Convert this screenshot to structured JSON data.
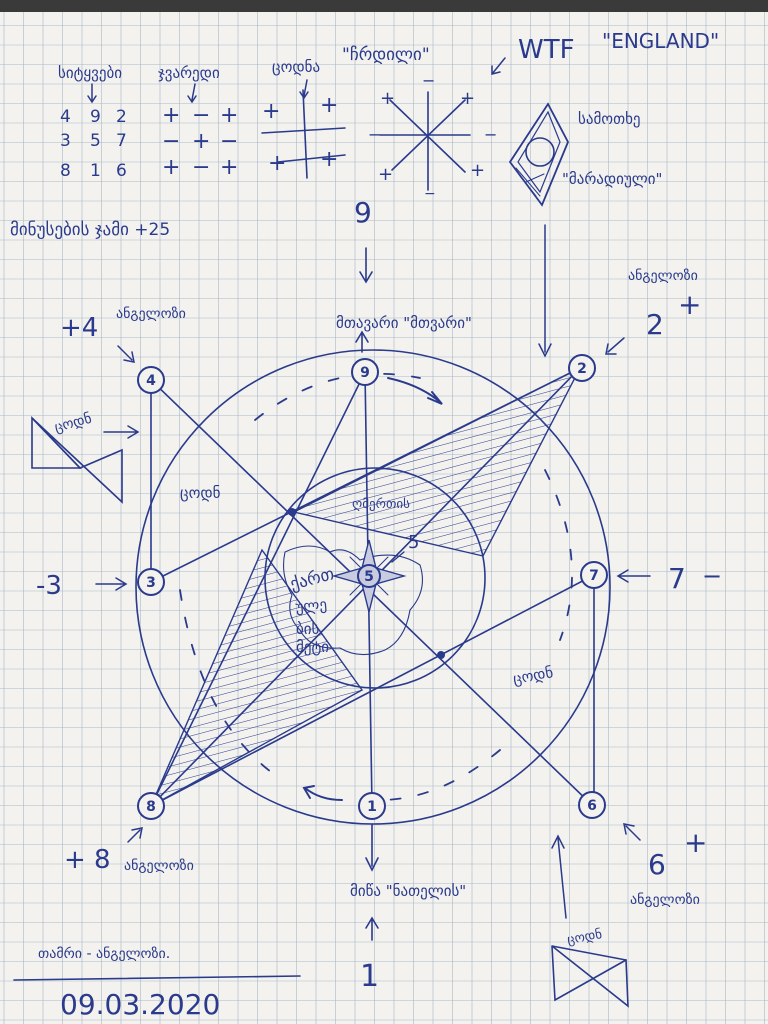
{
  "colors": {
    "paper": "#f3f2ee",
    "grid": "#aab8c8",
    "ink": "#2a3a8c"
  },
  "header": {
    "col1_label": "სიტყვები",
    "col2_label": "ჯვარედი",
    "col3_label": "ცოდნა",
    "col3_quote": "\"ჩრდილი\"",
    "wtf": "WTF",
    "england": "\"ENGLAND\""
  },
  "magic_square": {
    "rows": [
      [
        "4",
        "9",
        "2"
      ],
      [
        "3",
        "5",
        "7"
      ],
      [
        "8",
        "1",
        "6"
      ]
    ]
  },
  "sign_grid": {
    "rows": [
      [
        "+",
        "−",
        "+"
      ],
      [
        "−",
        "+",
        "−"
      ],
      [
        "+",
        "−",
        "+"
      ]
    ]
  },
  "cross_signs": [
    "+",
    "+",
    "+",
    "+"
  ],
  "star_signs": {
    "top_left": "+",
    "top_right": "+",
    "top": "−",
    "left": "−",
    "right": "−",
    "bottom_left": "+",
    "bottom_right": "+",
    "bottom": "−"
  },
  "top_right_notes": {
    "line1": "სამოთხე",
    "line2": "\"მარადიული\""
  },
  "rule_text": "მინუსების ჯამი +25",
  "nodes": [
    {
      "id": "n4",
      "label": "4"
    },
    {
      "id": "n9",
      "label": "9"
    },
    {
      "id": "n2",
      "label": "2"
    },
    {
      "id": "n3",
      "label": "3"
    },
    {
      "id": "n5",
      "label": "5"
    },
    {
      "id": "n7",
      "label": "7"
    },
    {
      "id": "n8",
      "label": "8"
    },
    {
      "id": "n1",
      "label": "1"
    },
    {
      "id": "n6",
      "label": "6"
    }
  ],
  "annotations": {
    "top_number": "9",
    "top_caption": "მთავარი \"მთვარი\"",
    "plus4": "+4",
    "plus4_word": "ანგელოზი",
    "plus2_word": "ანგელოზი",
    "plus2": "2",
    "plus2_sign": "+",
    "minus3": "-3",
    "minus7": "7",
    "minus7_sign": "−",
    "plus8": "+ 8",
    "plus8_word": "ანგელოზი",
    "plus6": "6",
    "plus6_sign": "+",
    "plus6_word": "ანგელოზი",
    "left_box_word": "ცოდნ",
    "left_mid_word": "ცოდნ",
    "right_mid_word": "ცოდნ",
    "bottom_box_word": "ცოდნ",
    "center_word": "ღმერთის",
    "center_small_number": "5",
    "map_words": [
      "ქართ",
      "ულე",
      "ბის",
      "მეტი"
    ],
    "bottom_caption": "მიწა \"ნათელის\"",
    "bottom_number": "1",
    "signature_line": "თამრი - ანგელოზი.",
    "date": "09.03.2020"
  }
}
